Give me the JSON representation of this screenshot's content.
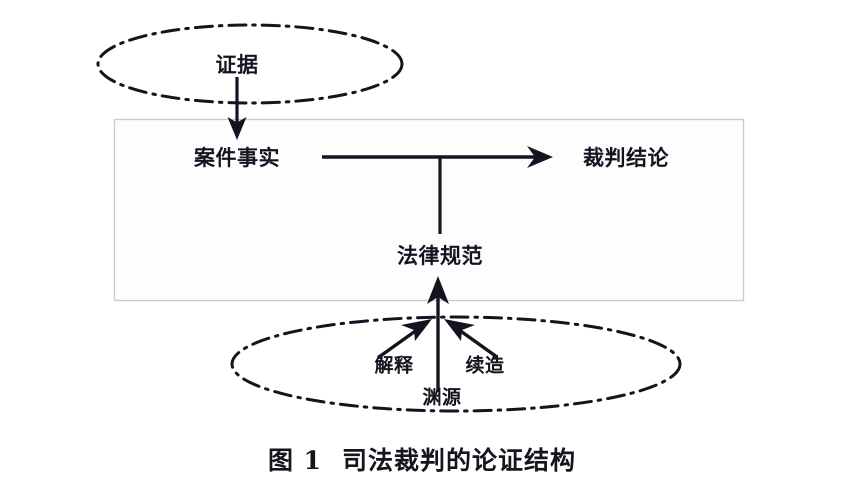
{
  "figure": {
    "caption_number": "图 1",
    "caption_title": "司法裁判的论证结构",
    "background_color": "#ffffff",
    "ink_color": "#15131f",
    "box_border_color": "#c9ccd6",
    "box_fill_color": "#fdfdfe"
  },
  "nodes": {
    "evidence": {
      "label": "证据",
      "shape": "ellipse",
      "border_style": "dash-dot"
    },
    "case_facts": {
      "label": "案件事实",
      "shape": "text"
    },
    "judgment_conclusion": {
      "label": "裁判结论",
      "shape": "text"
    },
    "legal_norm": {
      "label": "法律规范",
      "shape": "text"
    },
    "interpretation": {
      "label": "解释",
      "shape": "text"
    },
    "continued_construction": {
      "label": "续造",
      "shape": "text"
    },
    "source": {
      "label": "渊源",
      "shape": "text"
    }
  },
  "containers": {
    "reasoning_box": {
      "name": "reasoning-box",
      "border_style": "solid-thin"
    },
    "source_ellipse": {
      "name": "source-ellipse",
      "border_style": "dash-dot"
    }
  },
  "edges": [
    {
      "name": "evidence-to-case-facts",
      "from": "证据",
      "to": "案件事实",
      "direction": "down",
      "style": "solid-arrow"
    },
    {
      "name": "case-facts-to-conclusion",
      "from": "案件事实",
      "to": "裁判结论",
      "direction": "right",
      "style": "solid-arrow"
    },
    {
      "name": "legal-norm-to-inference",
      "from": "法律规范",
      "to": "case-facts-to-conclusion",
      "direction": "up",
      "style": "plain-line"
    },
    {
      "name": "source-to-legal-norm",
      "from": "渊源",
      "to": "法律规范",
      "direction": "up",
      "style": "solid-arrow"
    },
    {
      "name": "interpretation-to-legal-norm",
      "from": "解释",
      "to": "法律规范",
      "direction": "up-right",
      "style": "solid-arrow"
    },
    {
      "name": "continued-construction-to-legal-norm",
      "from": "续造",
      "to": "法律规范",
      "direction": "up-left",
      "style": "solid-arrow"
    }
  ]
}
